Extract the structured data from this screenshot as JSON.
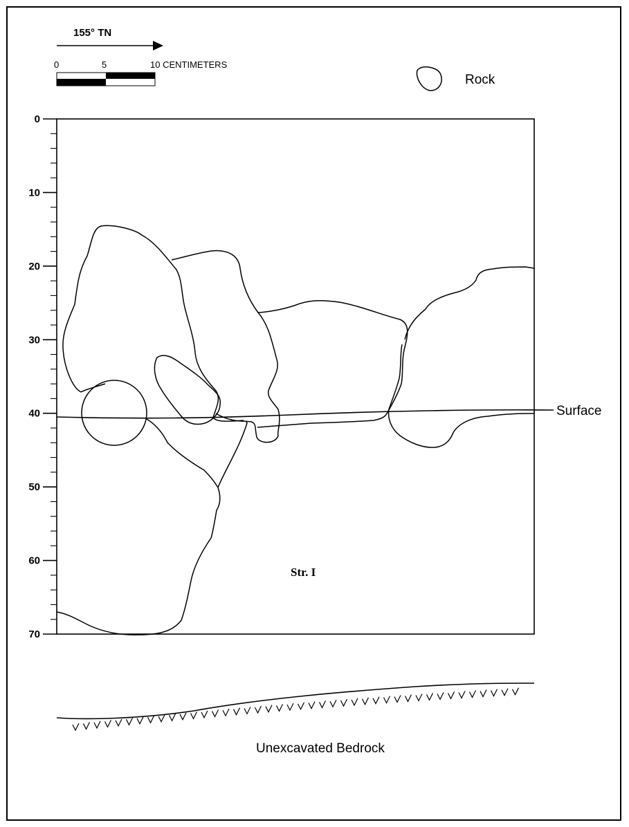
{
  "north_arrow": {
    "label": "155° TN"
  },
  "scale_bar": {
    "tick_labels": [
      "0",
      "5",
      "10 CENTIMETERS"
    ]
  },
  "legend": {
    "rock_label": "Rock"
  },
  "depth_axis": {
    "tick_labels": [
      {
        "depth": 0,
        "label": "0"
      },
      {
        "depth": 10,
        "label": "10"
      },
      {
        "depth": 20,
        "label": "20"
      },
      {
        "depth": 30,
        "label": "30"
      },
      {
        "depth": 40,
        "label": "40"
      },
      {
        "depth": 50,
        "label": "50"
      },
      {
        "depth": 60,
        "label": "60"
      },
      {
        "depth": 70,
        "label": "70"
      }
    ],
    "range": [
      0,
      70
    ],
    "minor_step": 2
  },
  "labels": {
    "surface": "Surface",
    "stratum": "Str. I",
    "bedrock": "Unexcavated Bedrock"
  },
  "colors": {
    "ink": "#000000",
    "background": "#ffffff"
  }
}
